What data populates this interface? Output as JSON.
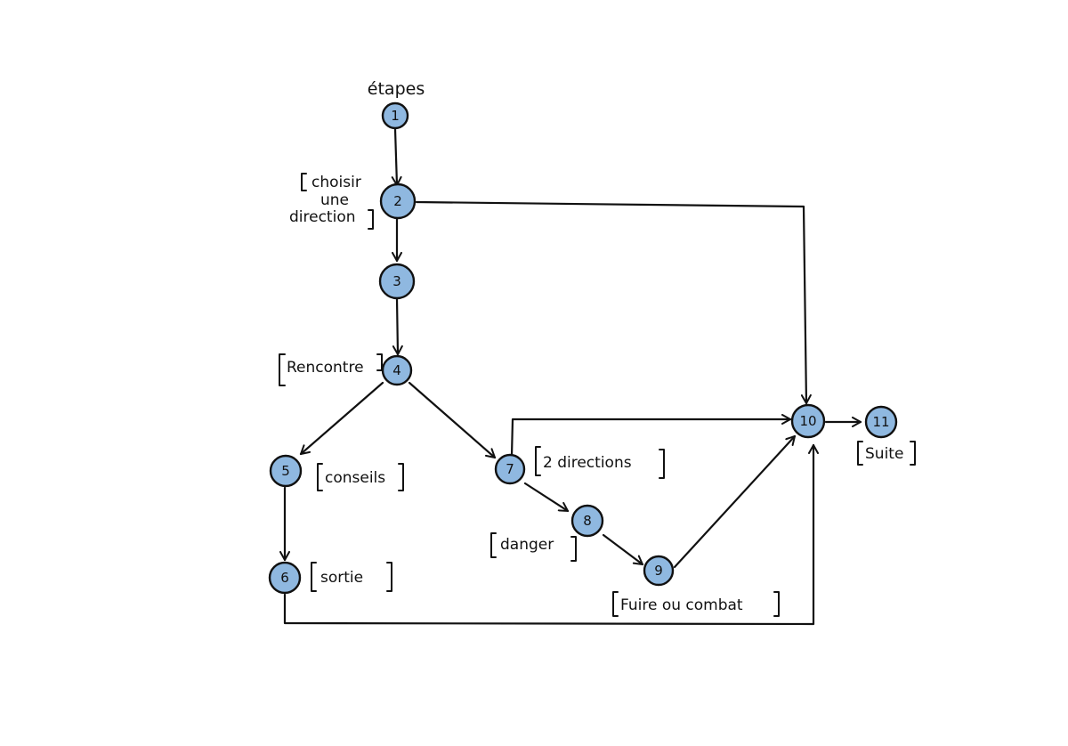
{
  "diagram": {
    "title": "étapes",
    "nodes": [
      {
        "id": "1",
        "label": "1"
      },
      {
        "id": "2",
        "label": "2"
      },
      {
        "id": "3",
        "label": "3"
      },
      {
        "id": "4",
        "label": "4"
      },
      {
        "id": "5",
        "label": "5"
      },
      {
        "id": "6",
        "label": "6"
      },
      {
        "id": "7",
        "label": "7"
      },
      {
        "id": "8",
        "label": "8"
      },
      {
        "id": "9",
        "label": "9"
      },
      {
        "id": "10",
        "label": "10"
      },
      {
        "id": "11",
        "label": "11"
      }
    ],
    "edges": [
      {
        "from": "1",
        "to": "2"
      },
      {
        "from": "2",
        "to": "3"
      },
      {
        "from": "2",
        "to": "10"
      },
      {
        "from": "3",
        "to": "4"
      },
      {
        "from": "4",
        "to": "5"
      },
      {
        "from": "4",
        "to": "7"
      },
      {
        "from": "5",
        "to": "6"
      },
      {
        "from": "6",
        "to": "10"
      },
      {
        "from": "7",
        "to": "8"
      },
      {
        "from": "7",
        "to": "10"
      },
      {
        "from": "8",
        "to": "9"
      },
      {
        "from": "9",
        "to": "10"
      },
      {
        "from": "10",
        "to": "11"
      }
    ],
    "annotations": {
      "n2_line1": "choisir",
      "n2_line2": "une",
      "n2_line3": "direction",
      "n4": "Rencontre",
      "n5": "conseils",
      "n6": "sortie",
      "n7": "2 directions",
      "n8": "danger",
      "n9": "Fuire ou combat",
      "n11": "Suite"
    },
    "colors": {
      "node_fill": "#8fb8e0",
      "stroke": "#111111"
    }
  }
}
